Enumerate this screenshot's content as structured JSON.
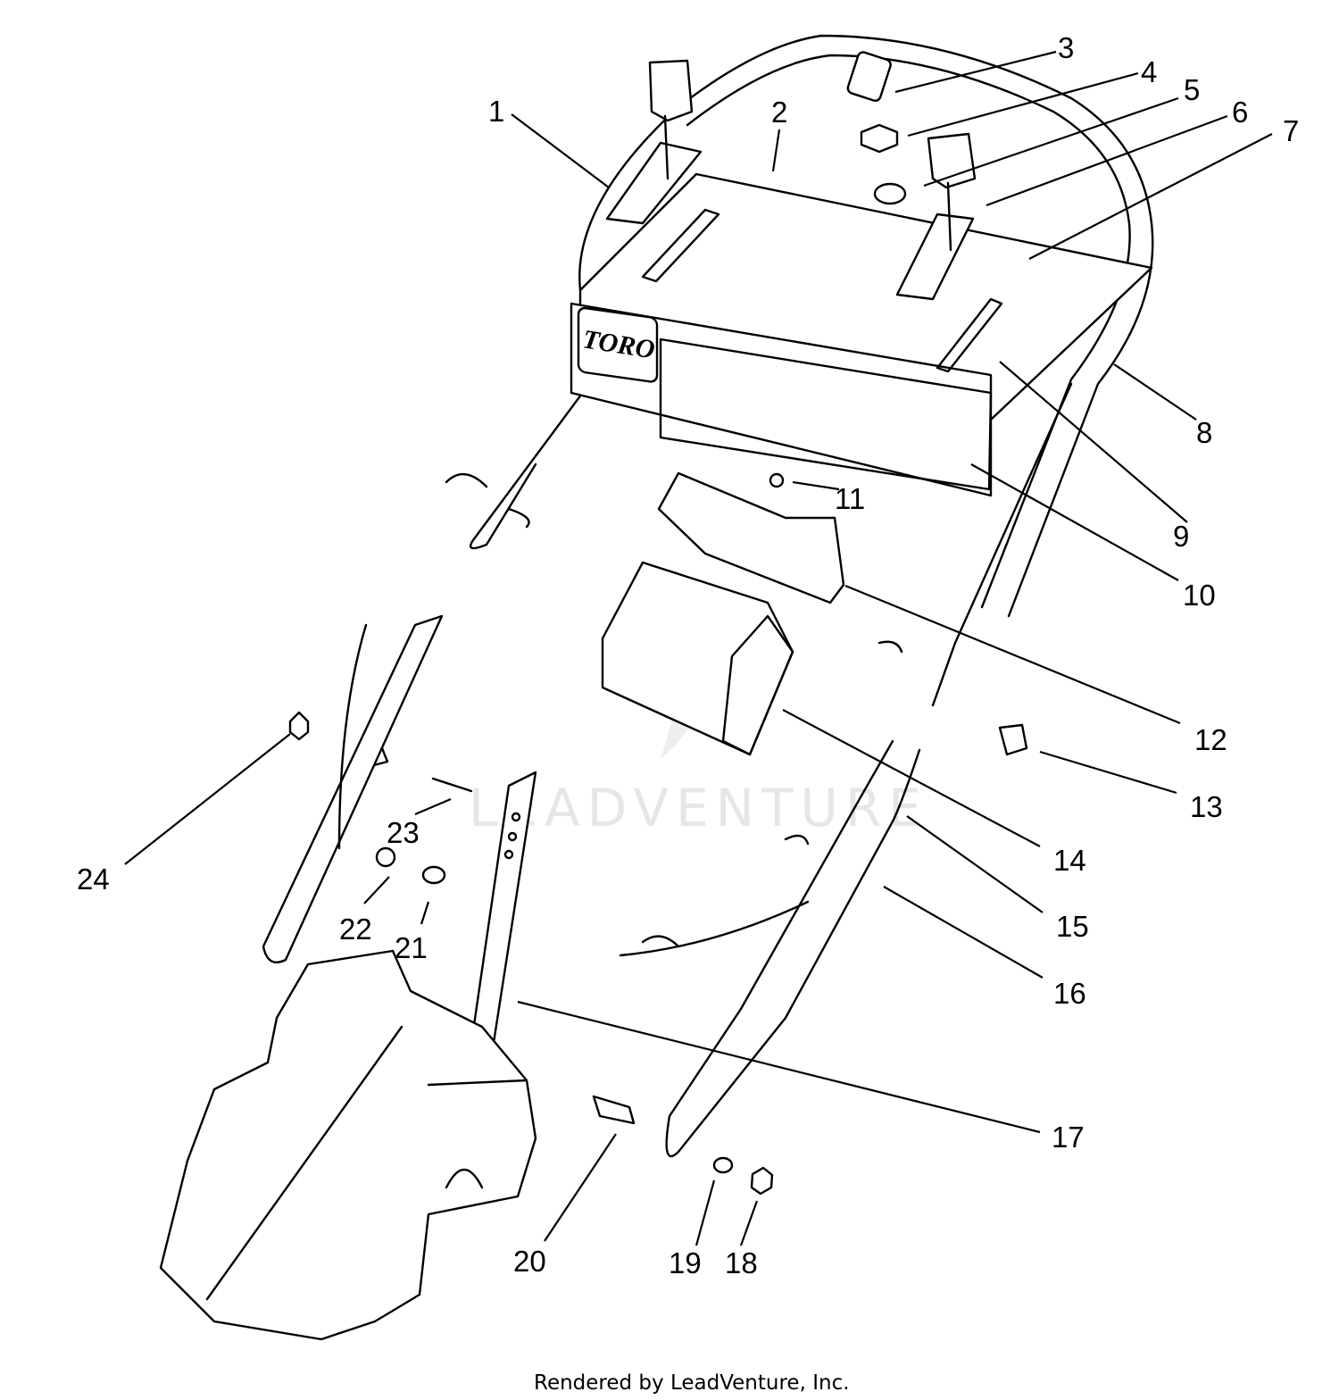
{
  "diagram": {
    "brand_label": "TORO",
    "watermark_text": "LEADVENTURE",
    "footer_text": "Rendered by LeadVenture, Inc.",
    "callouts": [
      "1",
      "2",
      "3",
      "4",
      "5",
      "6",
      "7",
      "8",
      "9",
      "10",
      "11",
      "12",
      "13",
      "14",
      "15",
      "16",
      "17",
      "18",
      "19",
      "20",
      "21",
      "22",
      "23",
      "24"
    ],
    "colors": {
      "ink": "#000000",
      "paper": "#ffffff",
      "watermark": "#e6e6e6"
    }
  }
}
